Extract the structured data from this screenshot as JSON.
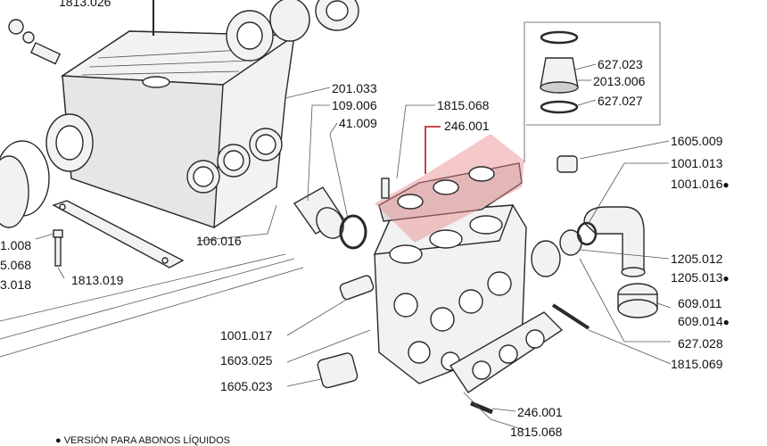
{
  "highlight_color": "#e8848a",
  "selected_part_color": "#c0303a",
  "labels": {
    "l1813_026": "1813.026",
    "l627_023": "627.023",
    "l2013_006": "2013.006",
    "l627_027": "627.027",
    "l201_033": "201.033",
    "l109_006": "109.006",
    "l41_009": "41.009",
    "l1815_068_top": "1815.068",
    "l246_001_top": "246.001",
    "l1605_009": "1605.009",
    "l1001_013": "1001.013",
    "l1001_016": "1001.016",
    "l1205_012": "1205.012",
    "l1205_013": "1205.013",
    "l609_011": "609.011",
    "l609_014": "609.014",
    "l627_028": "627.028",
    "l1815_069": "1815.069",
    "l1001_008": "1.008",
    "l5_068": "5.068",
    "l3_018": "3.018",
    "l1813_019": "1813.019",
    "l106_016": "106.016",
    "l1001_017": "1001.017",
    "l1603_025": "1603.025",
    "l1605_023": "1605.023",
    "l246_001_bottom": "246.001",
    "l1815_068_bottom": "1815.068"
  },
  "footnote": "VERSIÓN PARA ABONOS LÍQUIDOS",
  "marker_symbol": "●"
}
